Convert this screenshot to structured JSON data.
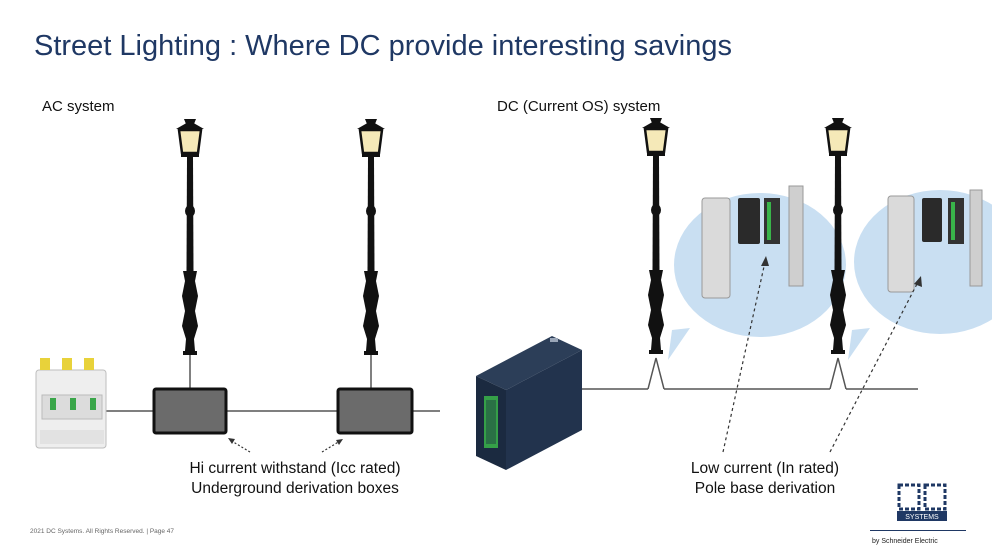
{
  "title": "Street Lighting : Where DC provide interesting savings",
  "sections": {
    "ac_label": "AC system",
    "dc_label": "DC (Current OS) system"
  },
  "captions": {
    "ac_line1": "Hi current withstand (Icc rated)",
    "ac_line2": "Underground derivation boxes",
    "dc_line1": "Low current (In rated)",
    "dc_line2": "Pole base derivation"
  },
  "footer": {
    "copyright": "2021 DC Systems. All Rights Reserved.  |  Page 47",
    "logo_text": "SYSTEMS",
    "byline": "by Schneider Electric"
  },
  "colors": {
    "title": "#1f3864",
    "callout": "#c9dff2",
    "box_fill": "#6b6b6b",
    "converter": "#1b2a40"
  }
}
